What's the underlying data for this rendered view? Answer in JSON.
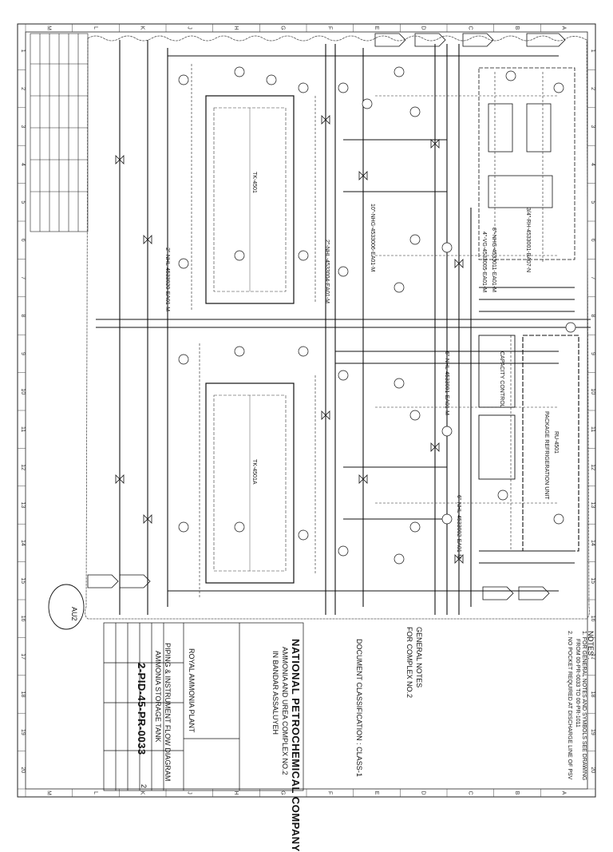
{
  "doc": {
    "company": "NATIONAL PETROCHEMICAL COMPANY",
    "project": "AMMONIA AND UREA COMPLEX NO.2",
    "location": "IN BANDAR ASSALUYEH",
    "plant": "ROYAL AMMONIA PLANT",
    "title_line1": "PIPING & INSTRUMENT FLOW DIAGRAM",
    "title_line2": "AMMONIA STORAGE TANK",
    "drawing_no": "2-PID-45-PR-0033",
    "sheet_revision": "2",
    "classification": "DOCUMENT CLASSIFICATION : CLASS-1",
    "general_notes_title": "GENERAL NOTES",
    "for_complex": "FOR COMPLEX NO.2",
    "notes_title": "NOTES :",
    "note_1": "1. FOR GENERAL NOTES AND SYMBOLS SEE DRAWING",
    "note_1b": "FROM 00-PR-0033 TO 00-PR-1011",
    "note_2": "2. NO POCKET REQUIRED AT DISCHARGE LINE OF PSV",
    "revision_mark": "AU2"
  },
  "equipment": {
    "tank_a": "TK-4501A",
    "tank_b": "TK-4501",
    "package": "RU-4501",
    "package_desc": "PACKAGE REFRIGERATION UNIT",
    "capacity_control": "CAPACITY CONTROL"
  },
  "lines": {
    "top": "2\"-NHL-4533020-EA01-M",
    "vapor": "10\"-NHG-4533006-EA01-M",
    "mid": "2\"-NHL-4533004-EA01-M",
    "vg": "4\"-VG-4533005-EA01-M",
    "nhg": "8\"-NHG-4533011-EA01-M",
    "rh": "3/4\"-RH-4533001-BA07-N",
    "bottom1": "6\"-NHL-4533001-EA01-M",
    "bottom2": "6\"-NHL-4533002-EA01-M"
  },
  "grid": {
    "cols": [
      "1",
      "2",
      "3",
      "4",
      "5",
      "6",
      "7",
      "8",
      "9",
      "10",
      "11",
      "12",
      "13",
      "14",
      "15",
      "16",
      "17",
      "18",
      "19",
      "20"
    ],
    "rows": [
      "A",
      "B",
      "C",
      "D",
      "E",
      "F",
      "G",
      "H",
      "J",
      "K",
      "L",
      "M"
    ]
  }
}
